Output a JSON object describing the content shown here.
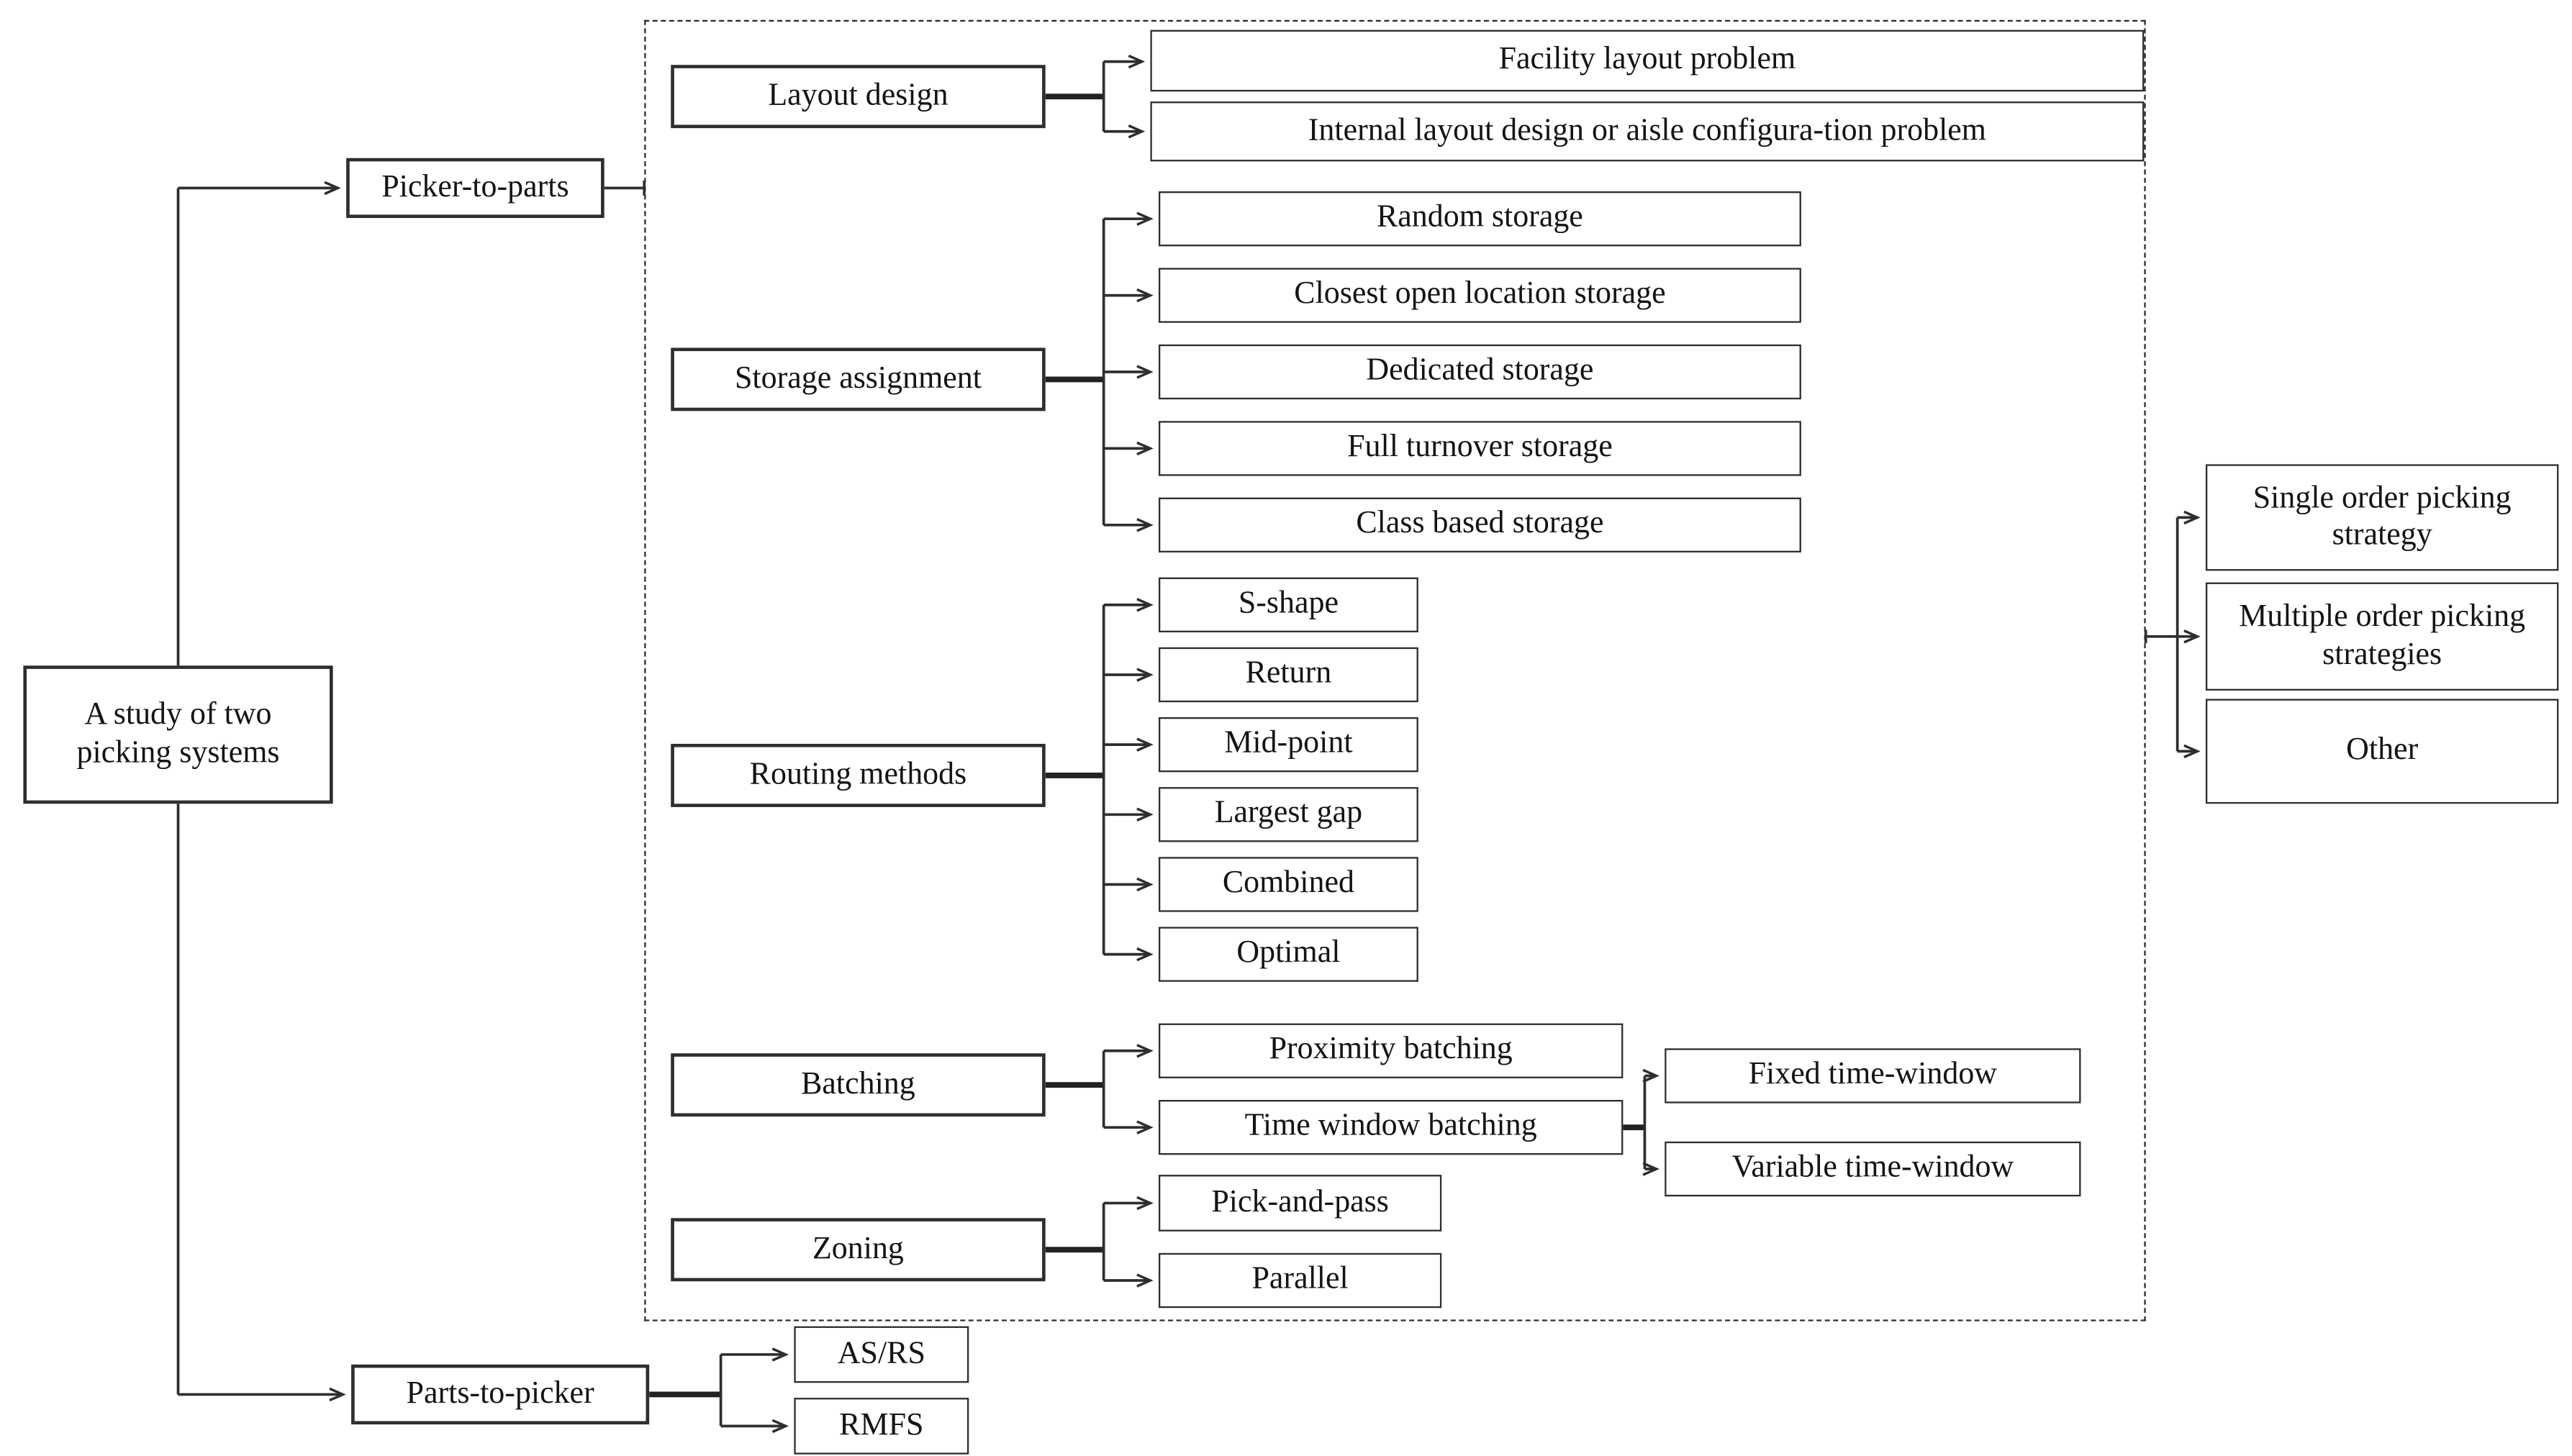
{
  "diagram": {
    "root": "A study of two picking systems",
    "systems": {
      "picker_to_parts": "Picker-to-parts",
      "parts_to_picker": "Parts-to-picker"
    },
    "layout": {
      "label": "Layout design",
      "children": [
        "Facility layout problem",
        "Internal layout design or aisle configura-tion problem"
      ]
    },
    "storage": {
      "label": "Storage assignment",
      "children": [
        "Random storage",
        "Closest open location storage",
        "Dedicated storage",
        "Full turnover storage",
        "Class based storage"
      ]
    },
    "routing": {
      "label": "Routing methods",
      "children": [
        "S-shape",
        "Return",
        "Mid-point",
        "Largest gap",
        "Combined",
        "Optimal"
      ]
    },
    "batching": {
      "label": "Batching",
      "children": [
        "Proximity batching",
        "Time window batching"
      ]
    },
    "time_window": {
      "children": [
        "Fixed time-window",
        "Variable time-window"
      ]
    },
    "zoning": {
      "label": "Zoning",
      "children": [
        "Pick-and-pass",
        "Parallel"
      ]
    },
    "strategies": [
      "Single order picking strategy",
      "Multiple order picking strategies",
      "Other"
    ],
    "parts_children": [
      "AS/RS",
      "RMFS"
    ],
    "colors": {
      "line": "#2e2e2e",
      "border": "#2e2e2e",
      "text": "#141414",
      "background": "#ffffff"
    }
  }
}
